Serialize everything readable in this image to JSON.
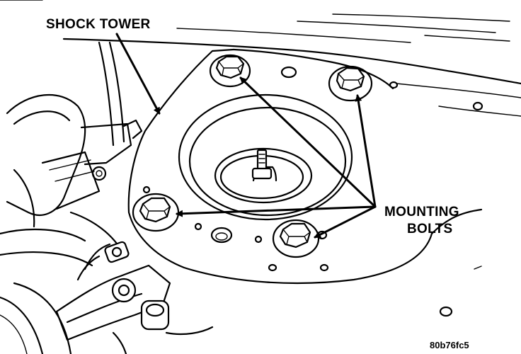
{
  "labels": {
    "shock_tower": "SHOCK TOWER",
    "mounting_line1": "MOUNTING",
    "mounting_line2": "BOLTS"
  },
  "figure_id": "80b76fc5",
  "colors": {
    "ink": "#000000",
    "paper": "#ffffff"
  }
}
